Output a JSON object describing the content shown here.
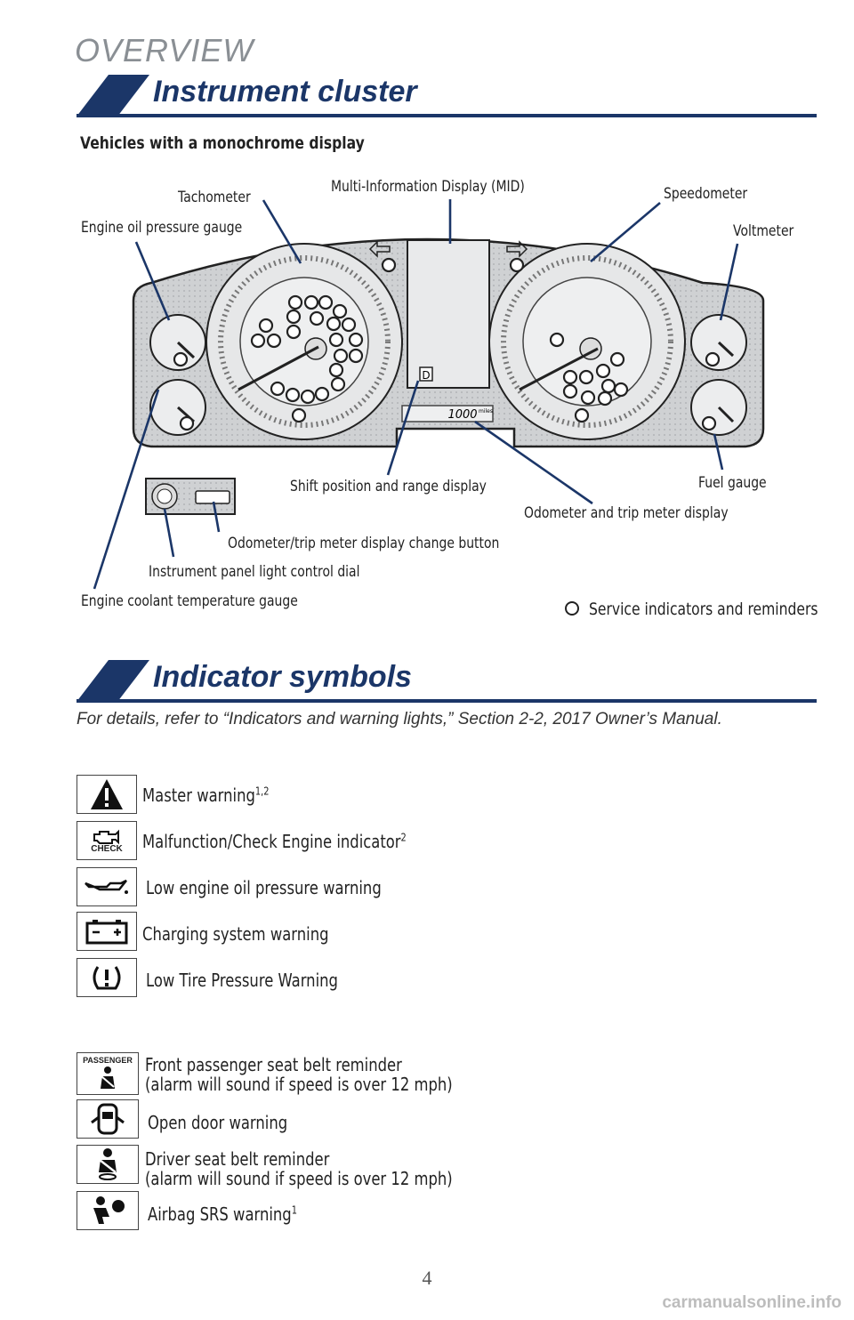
{
  "page": {
    "overview": "OVERVIEW",
    "page_number": "4",
    "watermark": "carmanualsonline.info"
  },
  "cluster": {
    "title": "Instrument cluster",
    "subtitle": "Vehicles with a monochrome display",
    "labels": {
      "tachometer": "Tachometer",
      "mid": "Multi-Information Display (MID)",
      "speedometer": "Speedometer",
      "oil_gauge": "Engine oil pressure gauge",
      "voltmeter": "Voltmeter",
      "shift_display": "Shift position and range display",
      "fuel_gauge": "Fuel gauge",
      "odometer_display": "Odometer and trip meter display",
      "odometer_button": "Odometer/trip meter display change button",
      "light_dial": "Instrument panel light control dial",
      "coolant_gauge": "Engine coolant temperature gauge",
      "legend": "Service indicators and reminders"
    },
    "odometer_value": "1000",
    "odometer_unit": "miles",
    "shift_letter": "D"
  },
  "indicators": {
    "title": "Indicator symbols",
    "reference": "For details, refer to “Indicators and warning lights,” Section 2-2, 2017 Owner’s Manual.",
    "items": [
      {
        "icon": "master-warning-icon",
        "label": "Master warning",
        "sup": "1,2"
      },
      {
        "icon": "check-engine-icon",
        "label": "Malfunction/Check Engine indicator",
        "sup": "2",
        "icon_text": "CHECK"
      },
      {
        "icon": "oil-can-icon",
        "label": "Low engine oil pressure warning",
        "sup": ""
      },
      {
        "icon": "battery-icon",
        "label": "Charging system warning",
        "sup": ""
      },
      {
        "icon": "tire-pressure-icon",
        "label": "Low Tire Pressure Warning",
        "sup": ""
      },
      {
        "icon": "passenger-seatbelt-icon",
        "label": "Front passenger seat belt reminder",
        "label2": "(alarm will sound if speed is over 12 mph)",
        "icon_text": "PASSENGER"
      },
      {
        "icon": "open-door-icon",
        "label": "Open door warning",
        "sup": ""
      },
      {
        "icon": "driver-seatbelt-icon",
        "label": "Driver seat belt reminder",
        "label2": "(alarm will sound if speed is over 12 mph)"
      },
      {
        "icon": "airbag-icon",
        "label": "Airbag SRS warning",
        "sup": "1"
      }
    ]
  },
  "colors": {
    "brand_blue": "#1b3668",
    "gauge_line": "#1b3668"
  }
}
